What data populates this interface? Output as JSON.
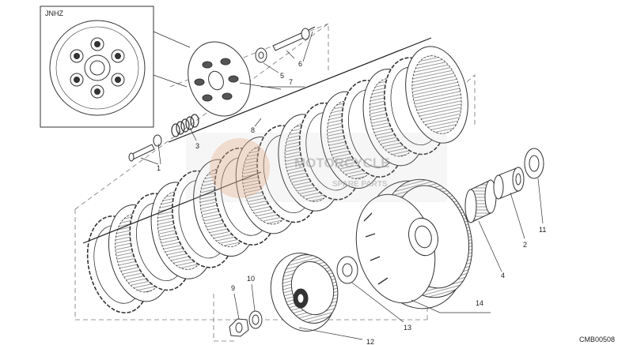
{
  "inset": {
    "label": "JNHZ"
  },
  "diagram_code": "CMB00508",
  "watermark": {
    "line1": "MOTORCYCLE",
    "line2": "SPARE PARTS"
  },
  "callouts": [
    {
      "id": "c1",
      "text": "1"
    },
    {
      "id": "c2",
      "text": "2"
    },
    {
      "id": "c3",
      "text": "3"
    },
    {
      "id": "c4",
      "text": "4"
    },
    {
      "id": "c5",
      "text": "5"
    },
    {
      "id": "c6",
      "text": "6"
    },
    {
      "id": "c7",
      "text": "7"
    },
    {
      "id": "c8",
      "text": "8"
    },
    {
      "id": "c9",
      "text": "9"
    },
    {
      "id": "c10",
      "text": "10"
    },
    {
      "id": "c11",
      "text": "11"
    },
    {
      "id": "c12",
      "text": "12"
    },
    {
      "id": "c13",
      "text": "13"
    },
    {
      "id": "c14",
      "text": "14"
    }
  ]
}
